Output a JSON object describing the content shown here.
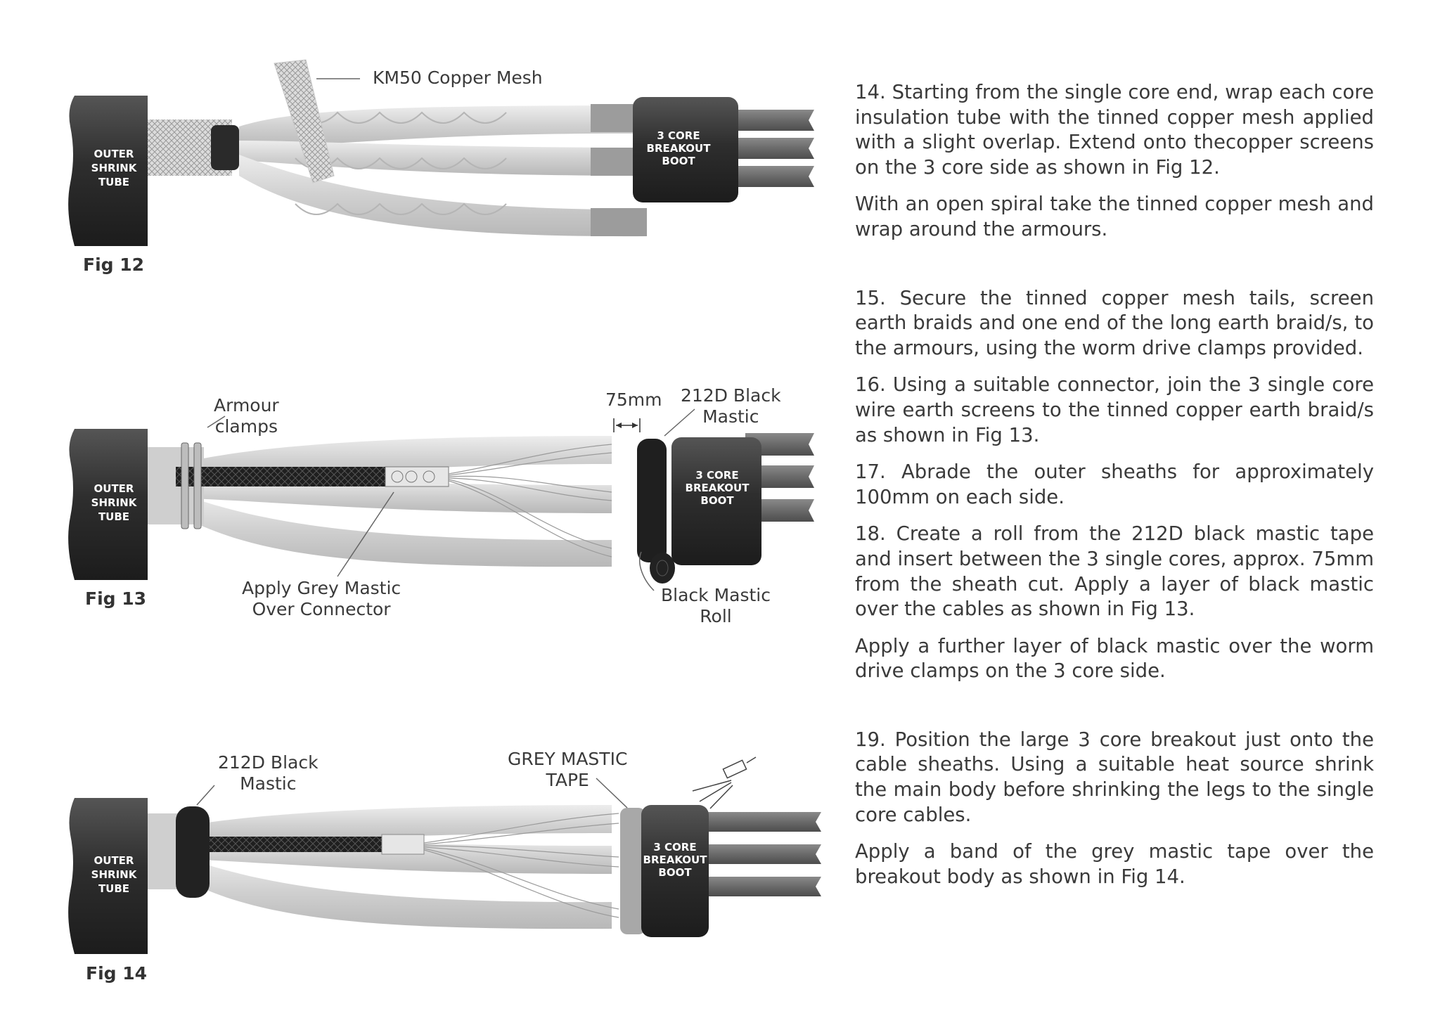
{
  "figures": {
    "fig12": {
      "label": "Fig 12",
      "tube_label": [
        "OUTER",
        "SHRINK",
        "TUBE"
      ],
      "boot_label": [
        "3 CORE",
        "BREAKOUT",
        "BOOT"
      ],
      "callout_mesh": "KM50 Copper Mesh"
    },
    "fig13": {
      "label": "Fig 13",
      "tube_label": [
        "OUTER",
        "SHRINK",
        "TUBE"
      ],
      "boot_label": [
        "3 CORE",
        "BREAKOUT",
        "BOOT"
      ],
      "callout_armour": [
        "Armour",
        "clamps"
      ],
      "callout_75mm": "75mm",
      "callout_mastic": [
        "212D Black",
        "Mastic"
      ],
      "callout_grey": [
        "Apply Grey Mastic",
        "Over Connector"
      ],
      "callout_roll": [
        "Black Mastic",
        "Roll"
      ]
    },
    "fig14": {
      "label": "Fig 14",
      "tube_label": [
        "OUTER",
        "SHRINK",
        "TUBE"
      ],
      "boot_label": [
        "3 CORE",
        "BREAKOUT",
        "BOOT"
      ],
      "callout_mastic": [
        "212D Black",
        "Mastic"
      ],
      "callout_grey": [
        "GREY MASTIC",
        "TAPE"
      ]
    }
  },
  "instructions": [
    "14. Starting from the single core end, wrap each core insulation tube with the tinned copper mesh applied with a slight overlap. Extend onto thecopper screens on the 3 core side as shown in Fig 12.",
    "With an open spiral take the tinned copper mesh and wrap around the armours.",
    "15. Secure the tinned copper mesh tails, screen earth braids and one end of the long earth braid/s, to the armours, using the worm drive clamps provided.",
    "16. Using a suitable connector, join the 3 single core wire earth screens to the tinned copper earth braid/s as shown in Fig 13.",
    "17. Abrade the outer sheaths for approximately 100mm on each side.",
    "18. Create a roll from the 212D black mastic tape and insert between the 3 single cores, approx. 75mm from the sheath cut. Apply a layer of black mastic over the cables as shown in Fig 13.",
    "Apply a further layer of black mastic over the worm drive clamps on the 3 core side.",
    "19. Position the large 3 core breakout just onto the cable sheaths. Using a suitable heat source shrink the main body before shrinking the legs to the single core cables.",
    "Apply a band of the grey mastic tape over the breakout body as shown in Fig 14."
  ]
}
